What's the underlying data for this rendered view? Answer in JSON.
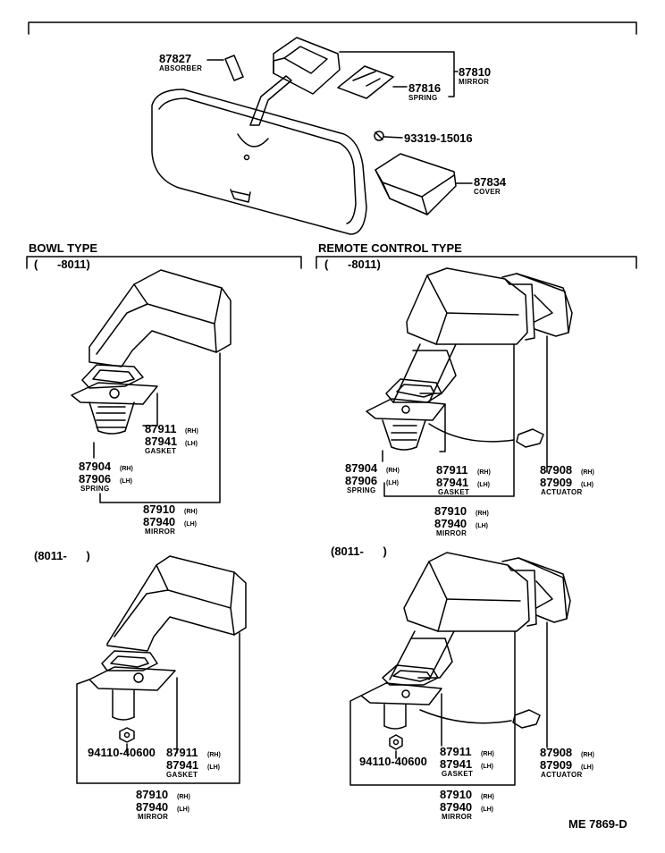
{
  "sections": {
    "bowl_type": "BOWL TYPE",
    "remote_control_type": "REMOTE CONTROL TYPE",
    "range_before": "(      -8011)",
    "range_after": "(8011-      )"
  },
  "inner_mirror": {
    "absorber_no": "87827",
    "absorber_name": "ABSORBER",
    "mirror_no": "87810",
    "mirror_name": "MIRROR",
    "spring_no": "87816",
    "spring_name": "SPRING",
    "screw_no": "93319-15016",
    "cover_no": "87834",
    "cover_name": "COVER"
  },
  "outer_parts": {
    "gasket_rh": "87911",
    "gasket_lh": "87941",
    "gasket_name": "GASKET",
    "spring_rh": "87904",
    "spring_lh": "87906",
    "spring_name": "SPRING",
    "mirror_rh": "87910",
    "mirror_lh": "87940",
    "mirror_name": "MIRROR",
    "actuator_rh": "87908",
    "actuator_lh": "87909",
    "actuator_name": "ACTUATOR",
    "nut_no": "94110-40600",
    "rh": "(RH)",
    "lh": "(LH)"
  },
  "drawing_code": "ME 7869-D"
}
